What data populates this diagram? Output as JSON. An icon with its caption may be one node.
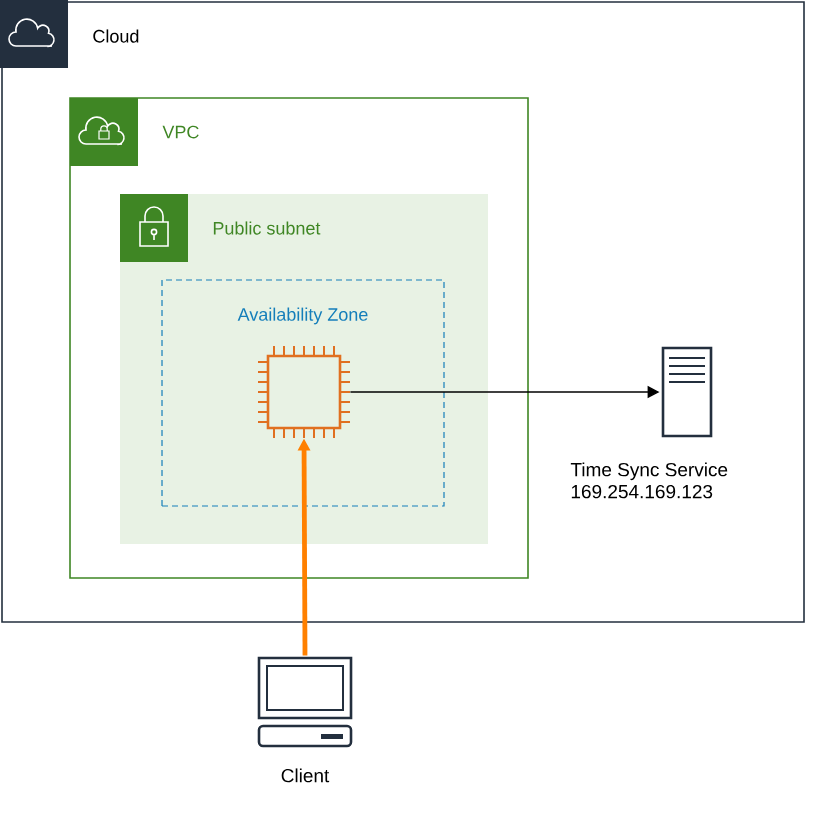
{
  "diagram": {
    "nodes": [
      {
        "text": [
          "Cloud"
        ]
      },
      {
        "text": [
          "VPC"
        ],
        "in": 0
      },
      {
        "text": [
          "Public subnet"
        ],
        "in": 1
      },
      {
        "text": [
          "Availability Zone"
        ],
        "in": 2
      },
      {
        "text": [],
        "shape": "chip",
        "in": 3
      },
      {
        "text": [],
        "shape": "server",
        "in": 0,
        "beside": [
          "Time Sync Service",
          "169.254.169.123"
        ]
      },
      {
        "text": [],
        "shape": "computer",
        "beside": [
          "Client"
        ]
      }
    ],
    "edges": [
      {
        "from": 4,
        "to": 5,
        "arrow": "to"
      },
      {
        "from": 6,
        "to": 4,
        "arrow": "to",
        "style": "thick",
        "color": "#ff8000"
      }
    ]
  }
}
